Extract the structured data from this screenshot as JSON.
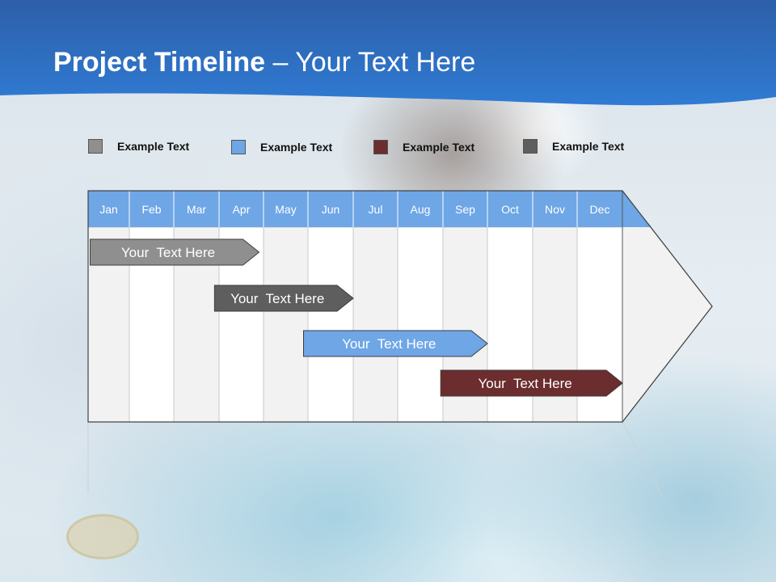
{
  "title": {
    "bold": "Project Timeline",
    "rest": " – Your Text Here"
  },
  "legend": [
    {
      "label": "Example Text",
      "color": "#8f8f8f"
    },
    {
      "label": "Example Text",
      "color": "#6ea6e6"
    },
    {
      "label": "Example Text",
      "color": "#6b2d2d"
    },
    {
      "label": "Example Text",
      "color": "#5e5e5e"
    }
  ],
  "chart_data": {
    "type": "gantt",
    "categories": [
      "Jan",
      "Feb",
      "Mar",
      "Apr",
      "May",
      "Jun",
      "Jul",
      "Aug",
      "Sep",
      "Oct",
      "Nov",
      "Dec"
    ],
    "tasks": [
      {
        "label": "Your  Text Here",
        "start": 0.05,
        "end": 3.9,
        "color": "#8f8f8f"
      },
      {
        "label": "Your  Text Here",
        "start": 2.9,
        "end": 6.0,
        "color": "#5e5e5e"
      },
      {
        "label": "Your  Text Here",
        "start": 4.9,
        "end": 9.0,
        "color": "#6ea6e6"
      },
      {
        "label": "Your  Text Here",
        "start": 7.95,
        "end": 12.0,
        "color": "#6b2d2d"
      }
    ]
  },
  "colors": {
    "header_blue": "#2a6fc0",
    "month_header": "#6ea6e6",
    "column_light": "#f2f2f2",
    "column_white": "#ffffff"
  }
}
